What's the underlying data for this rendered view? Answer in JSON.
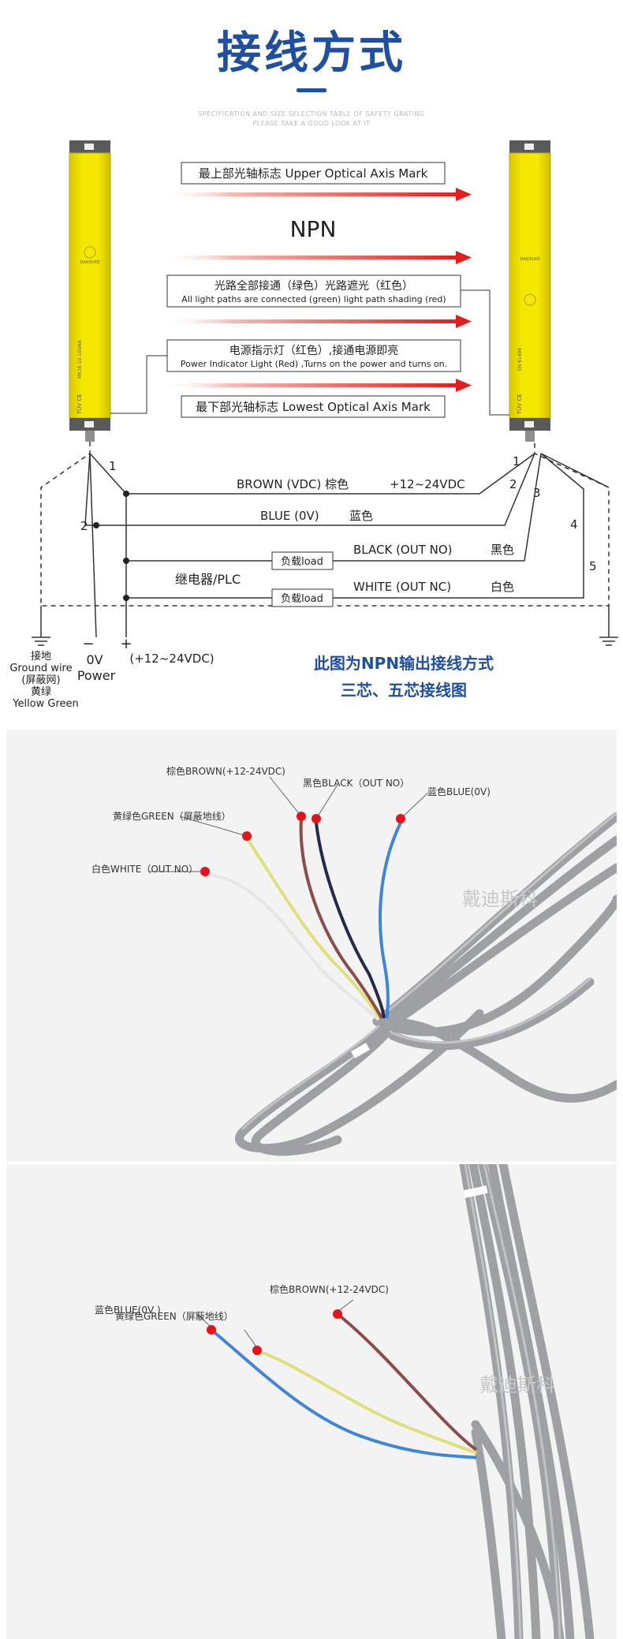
{
  "header": {
    "title": "接线方式",
    "sub1": "SPECIFICATION AND SIZE SELECTION TABLE OF SAFETY GRATING",
    "sub2": "PLEASE TAKE A GOOD LOOK AT IT"
  },
  "sensor": {
    "brand": "DAIDISIKE",
    "marks_left": "TÜV CE",
    "model": "MK16-10-100NA",
    "side_text": "EN 61496"
  },
  "arrows": {
    "upper_mark": "最上部光轴标志 Upper Optical Axis Mark",
    "npn": "NPN",
    "light_path_cn": "光路全部接通（绿色）光路遮光（红色）",
    "light_path_en": "All light paths are connected (green) light path shading (red)",
    "power_cn": "电源指示灯（红色）,接通电源即亮",
    "power_en": "Power Indicator Light (Red) ,Turns on the power and turns on.",
    "lowest_mark": "最下部光轴标志 Lowest Optical Axis Mark"
  },
  "wiring": {
    "brown": "BROWN (VDC) 棕色",
    "brown_voltage": "+12~24VDC",
    "blue": "BLUE (0V)",
    "blue_cn": "蓝色",
    "black": "BLACK (OUT NO)",
    "black_cn": "黑色",
    "white": "WHITE (OUT NC)",
    "white_cn": "白色",
    "load": "负载load",
    "relay": "继电器/PLC",
    "num1": "1",
    "num2": "2",
    "num3": "3",
    "num4": "4",
    "num5": "5",
    "minus": "−",
    "plus": "+",
    "zero_v": "0V",
    "power": "Power",
    "plus_range": "(+12~24VDC)",
    "ground_cn": "接地",
    "ground_en": "Ground wire",
    "shield_cn": "(屏蔽网)",
    "yg_cn": "黄绿",
    "yg_en": "Yellow Green"
  },
  "caption": {
    "line1": "此图为NPN输出接线方式",
    "line2": "三芯、五芯接线图"
  },
  "photo1": {
    "brown_label": "棕色BROWN(+12-24VDC)",
    "black_label": "黑色BLACK（OUT NO）",
    "blue_label": "蓝色BLUE(0V)",
    "green_label": "黄绿色GREEN（屏蔽地线）",
    "white_label": "白色WHITE（OUT NO）",
    "watermark": "戴迪斯科"
  },
  "photo2": {
    "brown_label": "棕色BROWN(+12-24VDC)",
    "green_label": "黄绿色GREEN（屏蔽地线）",
    "blue_label": "蓝色BLUE(0V )",
    "watermark": "戴迪斯科"
  },
  "colors": {
    "brand_blue": "#1f4fa0",
    "sensor_yellow": "#f1e300",
    "arrow_red": "#e02020",
    "wire_brown": "#8a4d4a",
    "wire_black": "#232b4a",
    "wire_blue": "#3f86d8",
    "wire_yellow_green": "#dfe07a",
    "cable_gray": "#a4a6aa"
  }
}
